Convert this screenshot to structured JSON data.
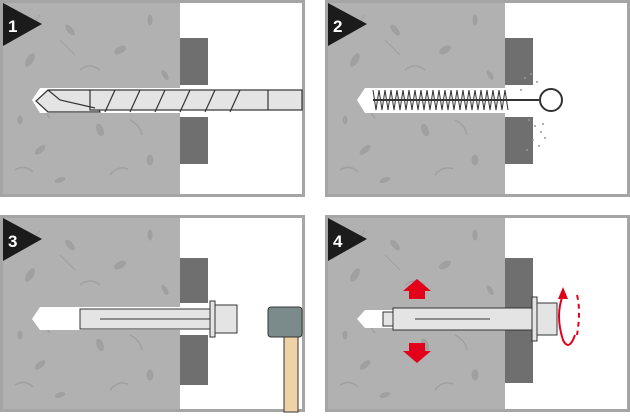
{
  "steps": [
    {
      "number": "1",
      "action": "drill"
    },
    {
      "number": "2",
      "action": "clean"
    },
    {
      "number": "3",
      "action": "hammer"
    },
    {
      "number": "4",
      "action": "tighten"
    }
  ],
  "colors": {
    "concrete": "#b1b1b1",
    "border": "#a5a5a5",
    "plate": "#6f6f6f",
    "badge": "#1b1b1b",
    "arrow": "#e3001b",
    "metal": "#e4e4e4",
    "hammer_head": "#7b8b8b",
    "handle": "#f0d2a8"
  }
}
